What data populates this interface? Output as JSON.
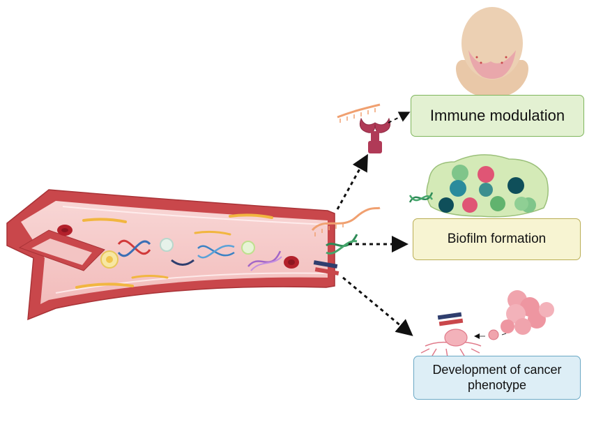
{
  "boxes": {
    "immune": {
      "label": "Immune modulation",
      "fill": "#e3f1d2",
      "border": "#7fb55c"
    },
    "biofilm": {
      "label": "Biofilm formation",
      "fill": "#f7f4d2",
      "border": "#b9ad54"
    },
    "cancer": {
      "label": "Development of cancer phenotype",
      "fill": "#ddeef6",
      "border": "#6aa8c5"
    }
  },
  "colors": {
    "vessel_wall": "#c9474b",
    "vessel_lumen": "#f5c9c8",
    "rna": "#f0a070",
    "receptor": "#b03a57",
    "arrow": "#111111",
    "skin": "#e9c8a8",
    "cancer_cell": "#f0a4ad"
  },
  "icons": [
    "blood-vessel",
    "dna",
    "rna-strand",
    "extracellular-vesicle",
    "toll-like-receptor",
    "human-head",
    "biofilm",
    "cancer-cells",
    "tumor"
  ]
}
